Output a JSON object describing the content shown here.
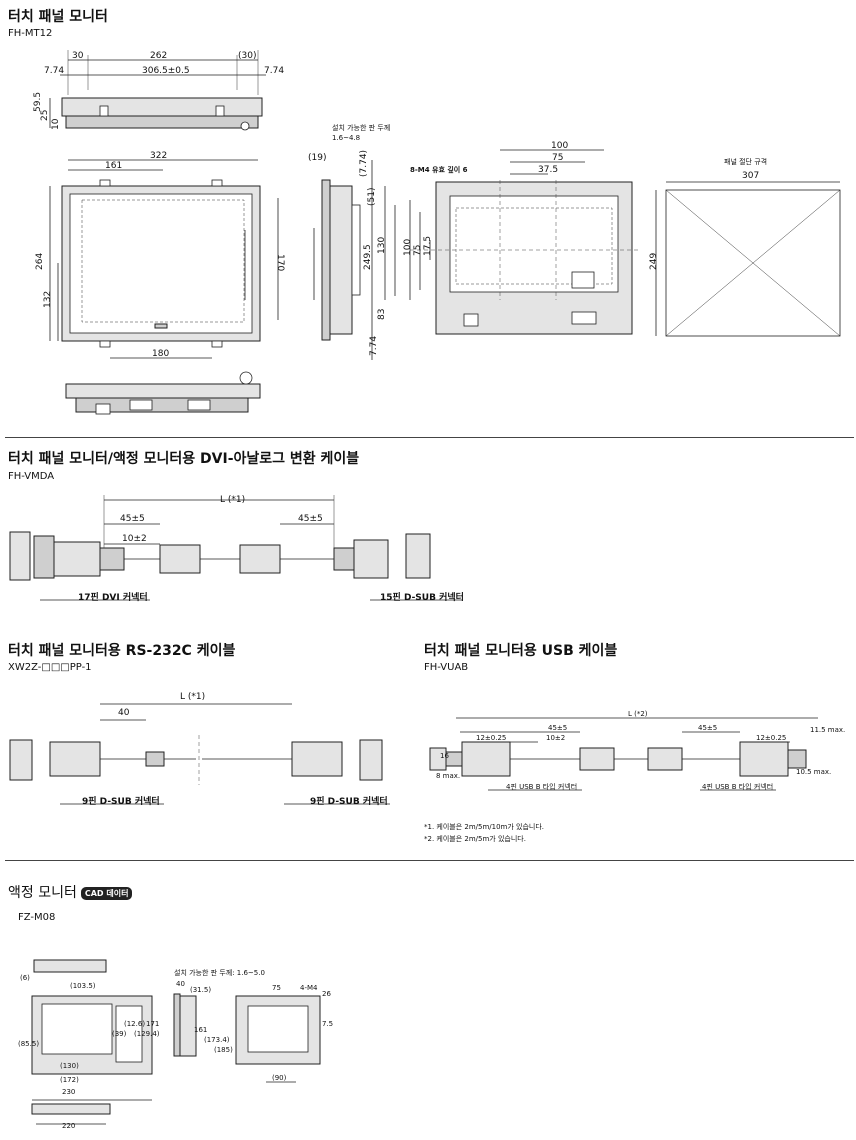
{
  "sections": {
    "mt12": {
      "title": "터치 패널 모니터",
      "model": "FH-MT12",
      "install_thickness_label": "설치 가능한 판 두께",
      "install_thickness_range": "1.6~4.8",
      "screw_label": "8-M4 유효 깊이 6",
      "cutout_label": "패널 절단 규격",
      "dims": {
        "top_width_a": "30",
        "top_width_b": "262",
        "top_width_c": "(30)",
        "top_edge_left": "7.74",
        "top_inner": "306.5±0.5",
        "top_edge_right": "7.74",
        "side_h1": "59.5",
        "side_h2": "25",
        "side_h3": "10",
        "front_width": "322",
        "front_half": "161",
        "front_height": "264",
        "front_lower": "132",
        "front_inner_h": "170",
        "front_bottom_w": "180",
        "side_top": "(19)",
        "side_a": "(7.74)",
        "side_b": "(51)",
        "side_c": "249.5",
        "side_d": "130",
        "side_e": "83",
        "side_f": "7.74",
        "back_w1": "100",
        "back_w2": "75",
        "back_w3": "37.5",
        "back_h1": "100",
        "back_h2": "75",
        "back_h3": "17.5",
        "cutout_w": "307",
        "cutout_h": "249"
      }
    },
    "vmda": {
      "title": "터치 패널 모니터/액정 모니터용 DVI-아날로그 변환 케이블",
      "model": "FH-VMDA",
      "dims": {
        "length": "L (*1)",
        "left_len": "45±5",
        "right_len": "45±5",
        "left_short": "10±2"
      },
      "left_connector": "17핀 DVI 커넥터",
      "right_connector": "15핀 D-SUB 커넥터"
    },
    "rs232c": {
      "title": "터치 패널 모니터용 RS-232C 케이블",
      "model": "XW2Z-□□□PP-1",
      "dims": {
        "length": "L (*1)",
        "left_len": "40"
      },
      "left_connector": "9핀 D-SUB 커넥터",
      "right_connector": "9핀 D-SUB 커넥터"
    },
    "usb": {
      "title": "터치 패널 모니터용 USB 케이블",
      "model": "FH-VUAB",
      "dims": {
        "length": "L (*2)",
        "left_len": "45±5",
        "right_len": "45±5",
        "left_a": "12±0.25",
        "left_b": "10±2",
        "right_a": "12±0.25",
        "left_h": "16",
        "left_w": "8 max.",
        "right_h": "11.5 max.",
        "right_w": "10.5 max."
      },
      "left_connector": "4핀 USB B 타입 커넥터",
      "right_connector": "4핀 USB B 타입 커넥터",
      "notes": [
        "*1. 케이블은 2m/5m/10m가 있습니다.",
        "*2. 케이블은 2m/5m가 있습니다."
      ]
    },
    "fzm08": {
      "title": "액정 모니터",
      "badge": "CAD 데이터",
      "model": "FZ-M08",
      "install_thickness": "설치 가능한 판 두께: 1.6~5.0",
      "screw_label": "4-M4",
      "dims": {
        "side_small": "(6)",
        "top_inner": "(103.5)",
        "front_w1": "(130)",
        "front_w2": "(172)",
        "front_w3": "230",
        "front_h1": "(85.5)",
        "front_h2": "(39)",
        "front_h3": "(12.6)",
        "front_h4": "(129.4)",
        "front_h5": "171",
        "bottom_w": "220",
        "side_t1": "40",
        "side_t2": "(31.5)",
        "side_h1": "161",
        "side_h2": "(173.4)",
        "side_h3": "(185)",
        "back_w1": "75",
        "back_w2": "(90)",
        "back_h1": "26",
        "back_h2": "7.5"
      }
    }
  }
}
